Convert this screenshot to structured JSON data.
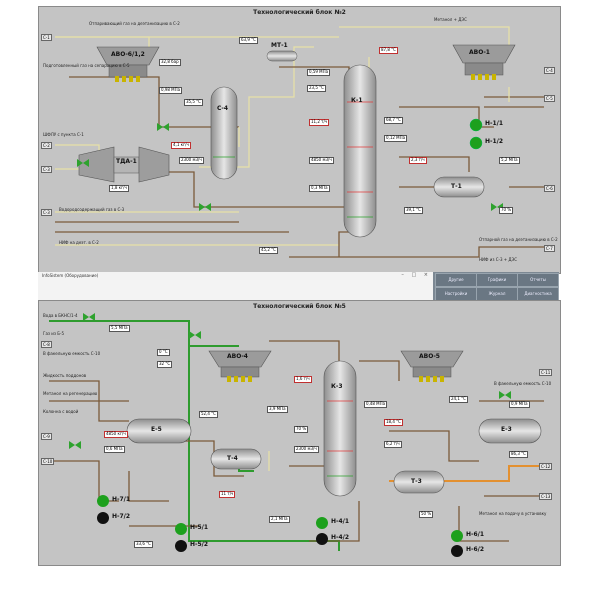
{
  "top": {
    "title": "Технологический блок №2",
    "equipment": {
      "avo_left": "АВО-6/1,2",
      "avo_right": "АВО-1",
      "column_c4": "С-4",
      "column_k1": "К-1",
      "mt1": "МТ-1",
      "tda1": "ТДА-1",
      "pump_h11": "Н-1/1",
      "pump_h12": "Н-1/2",
      "heat_t1": "Т-1"
    },
    "side_labels": [
      "С-1",
      "С-2",
      "С-3",
      "С-3",
      "С-4",
      "С-5",
      "С-6",
      "С-7"
    ],
    "notes": [
      "Отпаривающий газ на деэтанизацию в С-2",
      "Подготовленный газ на сепарацию в С-5",
      "ШФЛУ с пункта С-1",
      "Водородсодержащий газ в С-3",
      "Метанол + ДЭС",
      "НИФ на деэт. в С-2",
      "Отпарной газ на деэтанизацию в С-2",
      "НИФ из С-3 + ДЭС"
    ],
    "values": [
      "32,8 бар",
      "0,98 МПа",
      "35,5 °С",
      "4,1 кг/ч",
      "2300 м3/ч",
      "63,9 °С",
      "0,59 МПа",
      "23,5 °С",
      "11,2 т/ч",
      "4850 м3/ч",
      "0,3 МПа",
      "87,8 °С",
      "68,7 °С",
      "0,12 МПа",
      "2,3 т/ч",
      "39,1 °С",
      "5,2 МПа",
      "70 %",
      "45,2 °С",
      "1,8 кг/ч"
    ]
  },
  "window": {
    "title": "InfoSistem (Оборудование)",
    "controls": "– □ ×"
  },
  "nav": {
    "row1": [
      "Другие",
      "Графики",
      "Отчеты"
    ],
    "row2": [
      "Настройки",
      "Журнал",
      "Диагностика"
    ]
  },
  "bottom": {
    "title": "Технологический блок №5",
    "equipment": {
      "avo4": "АВО-4",
      "avo5": "АВО-5",
      "k3": "К-3",
      "e5": "Е-5",
      "t4": "Т-4",
      "t3": "Т-3",
      "e3": "Е-3",
      "h71": "Н-7/1",
      "h72": "Н-7/2",
      "h51": "Н-5/1",
      "h52": "Н-5/2",
      "h41": "Н-4/1",
      "h42": "Н-4/2",
      "h61": "Н-6/1",
      "h62": "Н-6/2"
    },
    "side_labels": [
      "С-8",
      "С-9",
      "С-10",
      "С-11",
      "С-12",
      "С-13"
    ],
    "notes": [
      "Вода в БКНС/1-4",
      "Газ из Б-5",
      "В факельную емкость С-10",
      "Жидкость поддонов",
      "Метанол на регенерацию",
      "Колонна с водой",
      "В факельную емкость С-10",
      "Метанол на подачу в установку"
    ],
    "values": [
      "5,5 МПа",
      "0 °С",
      "32 °С",
      "4850 кг/ч",
      "0,6 МПа",
      "52,4 °С",
      "3,9 МПа",
      "1,6 т/ч",
      "70 %",
      "2300 м3/ч",
      "0,48 МПа",
      "18,4 °С",
      "6,2 т/ч",
      "24,1 °С",
      "0,9 МПа",
      "86,3 °С",
      "2,1 МПа",
      "50 %",
      "11 т/ч",
      "33,6 °С"
    ]
  },
  "colors": {
    "panel_bg": "#c4c4c4",
    "pipe_gas": "#e6e0a8",
    "pipe_product": "#7a5a3a",
    "pipe_green": "#2e9b2e",
    "pipe_orange": "#e39030",
    "pump_on": "#1da01d",
    "pump_off": "#111111"
  }
}
